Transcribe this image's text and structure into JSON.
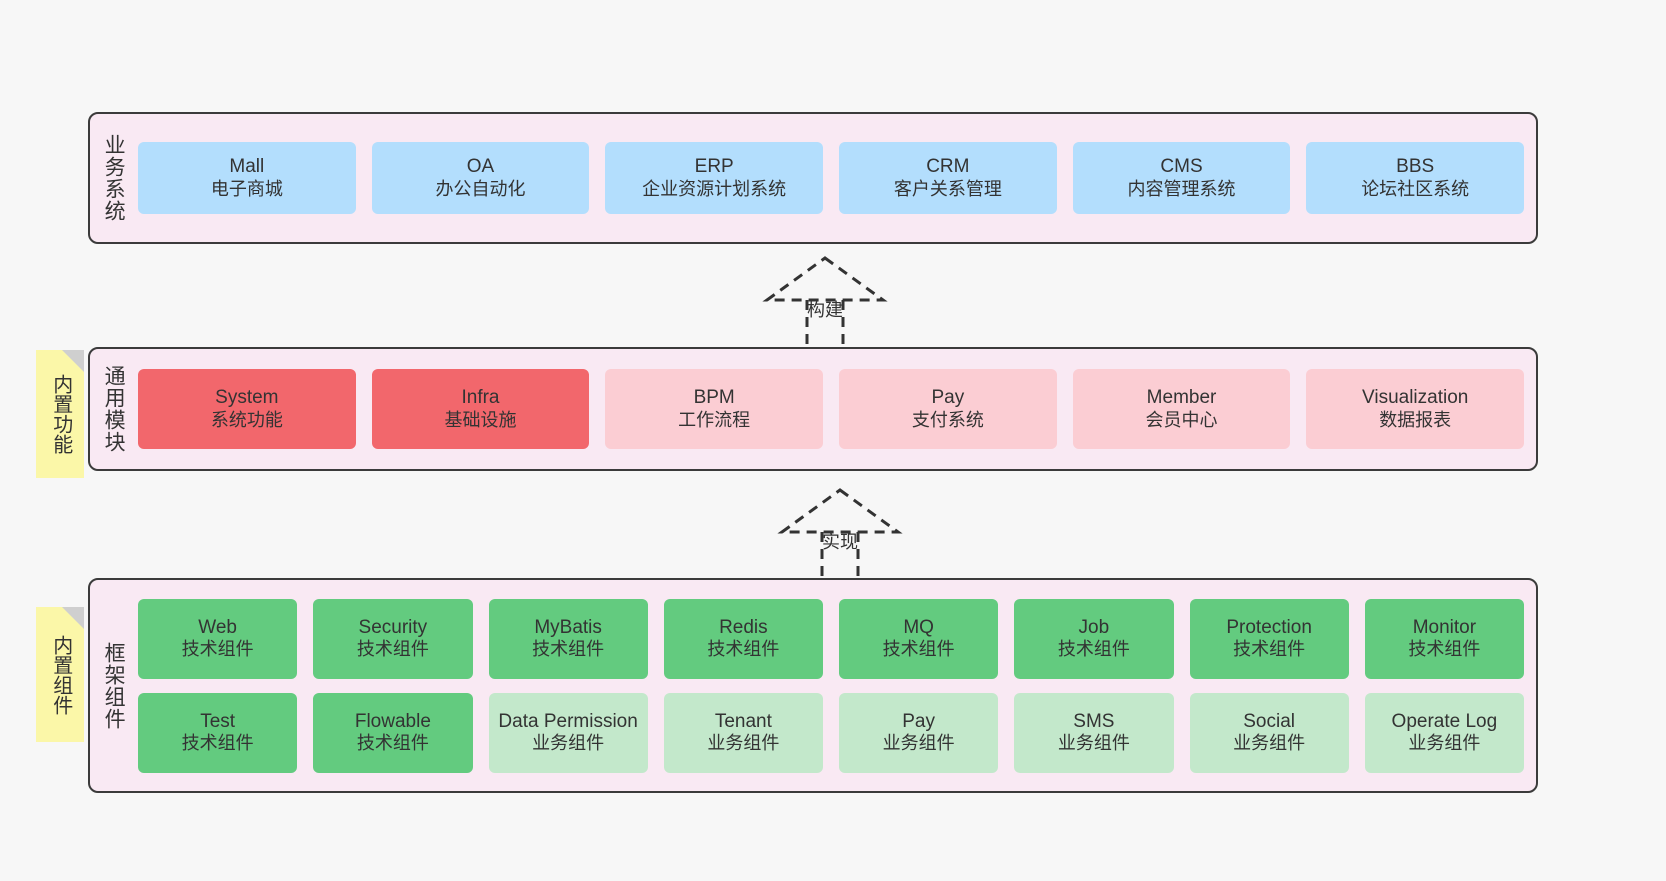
{
  "page": {
    "background": "#f7f7f7",
    "border_color": "#3b3b3b",
    "layer_background": "#f9e9f3"
  },
  "colors": {
    "blue": "#b3defd",
    "red": "#f2676c",
    "pink": "#fbcdd3",
    "green": "#63cb7f",
    "light_green": "#c3e8cb",
    "sticky_yellow": "#fbf7a8",
    "sticky_fold": "#cfcfcf"
  },
  "layers": [
    {
      "id": "business",
      "title": "业务系统",
      "sticky": null,
      "rows": [
        [
          {
            "en": "Mall",
            "cn": "电子商城",
            "color": "blue"
          },
          {
            "en": "OA",
            "cn": "办公自动化",
            "color": "blue"
          },
          {
            "en": "ERP",
            "cn": "企业资源计划系统",
            "color": "blue"
          },
          {
            "en": "CRM",
            "cn": "客户关系管理",
            "color": "blue"
          },
          {
            "en": "CMS",
            "cn": "内容管理系统",
            "color": "blue"
          },
          {
            "en": "BBS",
            "cn": "论坛社区系统",
            "color": "blue"
          }
        ]
      ]
    },
    {
      "id": "common",
      "title": "通用模块",
      "sticky": "内置功能",
      "rows": [
        [
          {
            "en": "System",
            "cn": "系统功能",
            "color": "red"
          },
          {
            "en": "Infra",
            "cn": "基础设施",
            "color": "red"
          },
          {
            "en": "BPM",
            "cn": "工作流程",
            "color": "pink"
          },
          {
            "en": "Pay",
            "cn": "支付系统",
            "color": "pink"
          },
          {
            "en": "Member",
            "cn": "会员中心",
            "color": "pink"
          },
          {
            "en": "Visualization",
            "cn": "数据报表",
            "color": "pink"
          }
        ]
      ]
    },
    {
      "id": "framework",
      "title": "框架组件",
      "sticky": "内置组件",
      "rows": [
        [
          {
            "en": "Web",
            "cn": "技术组件",
            "color": "green"
          },
          {
            "en": "Security",
            "cn": "技术组件",
            "color": "green"
          },
          {
            "en": "MyBatis",
            "cn": "技术组件",
            "color": "green"
          },
          {
            "en": "Redis",
            "cn": "技术组件",
            "color": "green"
          },
          {
            "en": "MQ",
            "cn": "技术组件",
            "color": "green"
          },
          {
            "en": "Job",
            "cn": "技术组件",
            "color": "green"
          },
          {
            "en": "Protection",
            "cn": "技术组件",
            "color": "green"
          },
          {
            "en": "Monitor",
            "cn": "技术组件",
            "color": "green"
          }
        ],
        [
          {
            "en": "Test",
            "cn": "技术组件",
            "color": "green"
          },
          {
            "en": "Flowable",
            "cn": "技术组件",
            "color": "green"
          },
          {
            "en": "Data Permission",
            "cn": "业务组件",
            "color": "light_green"
          },
          {
            "en": "Tenant",
            "cn": "业务组件",
            "color": "light_green"
          },
          {
            "en": "Pay",
            "cn": "业务组件",
            "color": "light_green"
          },
          {
            "en": "SMS",
            "cn": "业务组件",
            "color": "light_green"
          },
          {
            "en": "Social",
            "cn": "业务组件",
            "color": "light_green"
          },
          {
            "en": "Operate Log",
            "cn": "业务组件",
            "color": "light_green"
          }
        ]
      ]
    }
  ],
  "connectors": [
    {
      "id": "build",
      "label": "构建",
      "from": "common",
      "to": "business",
      "style": "dashed-hollow-triangle"
    },
    {
      "id": "realize",
      "label": "实现",
      "from": "framework",
      "to": "common",
      "style": "dashed-hollow-triangle"
    }
  ]
}
